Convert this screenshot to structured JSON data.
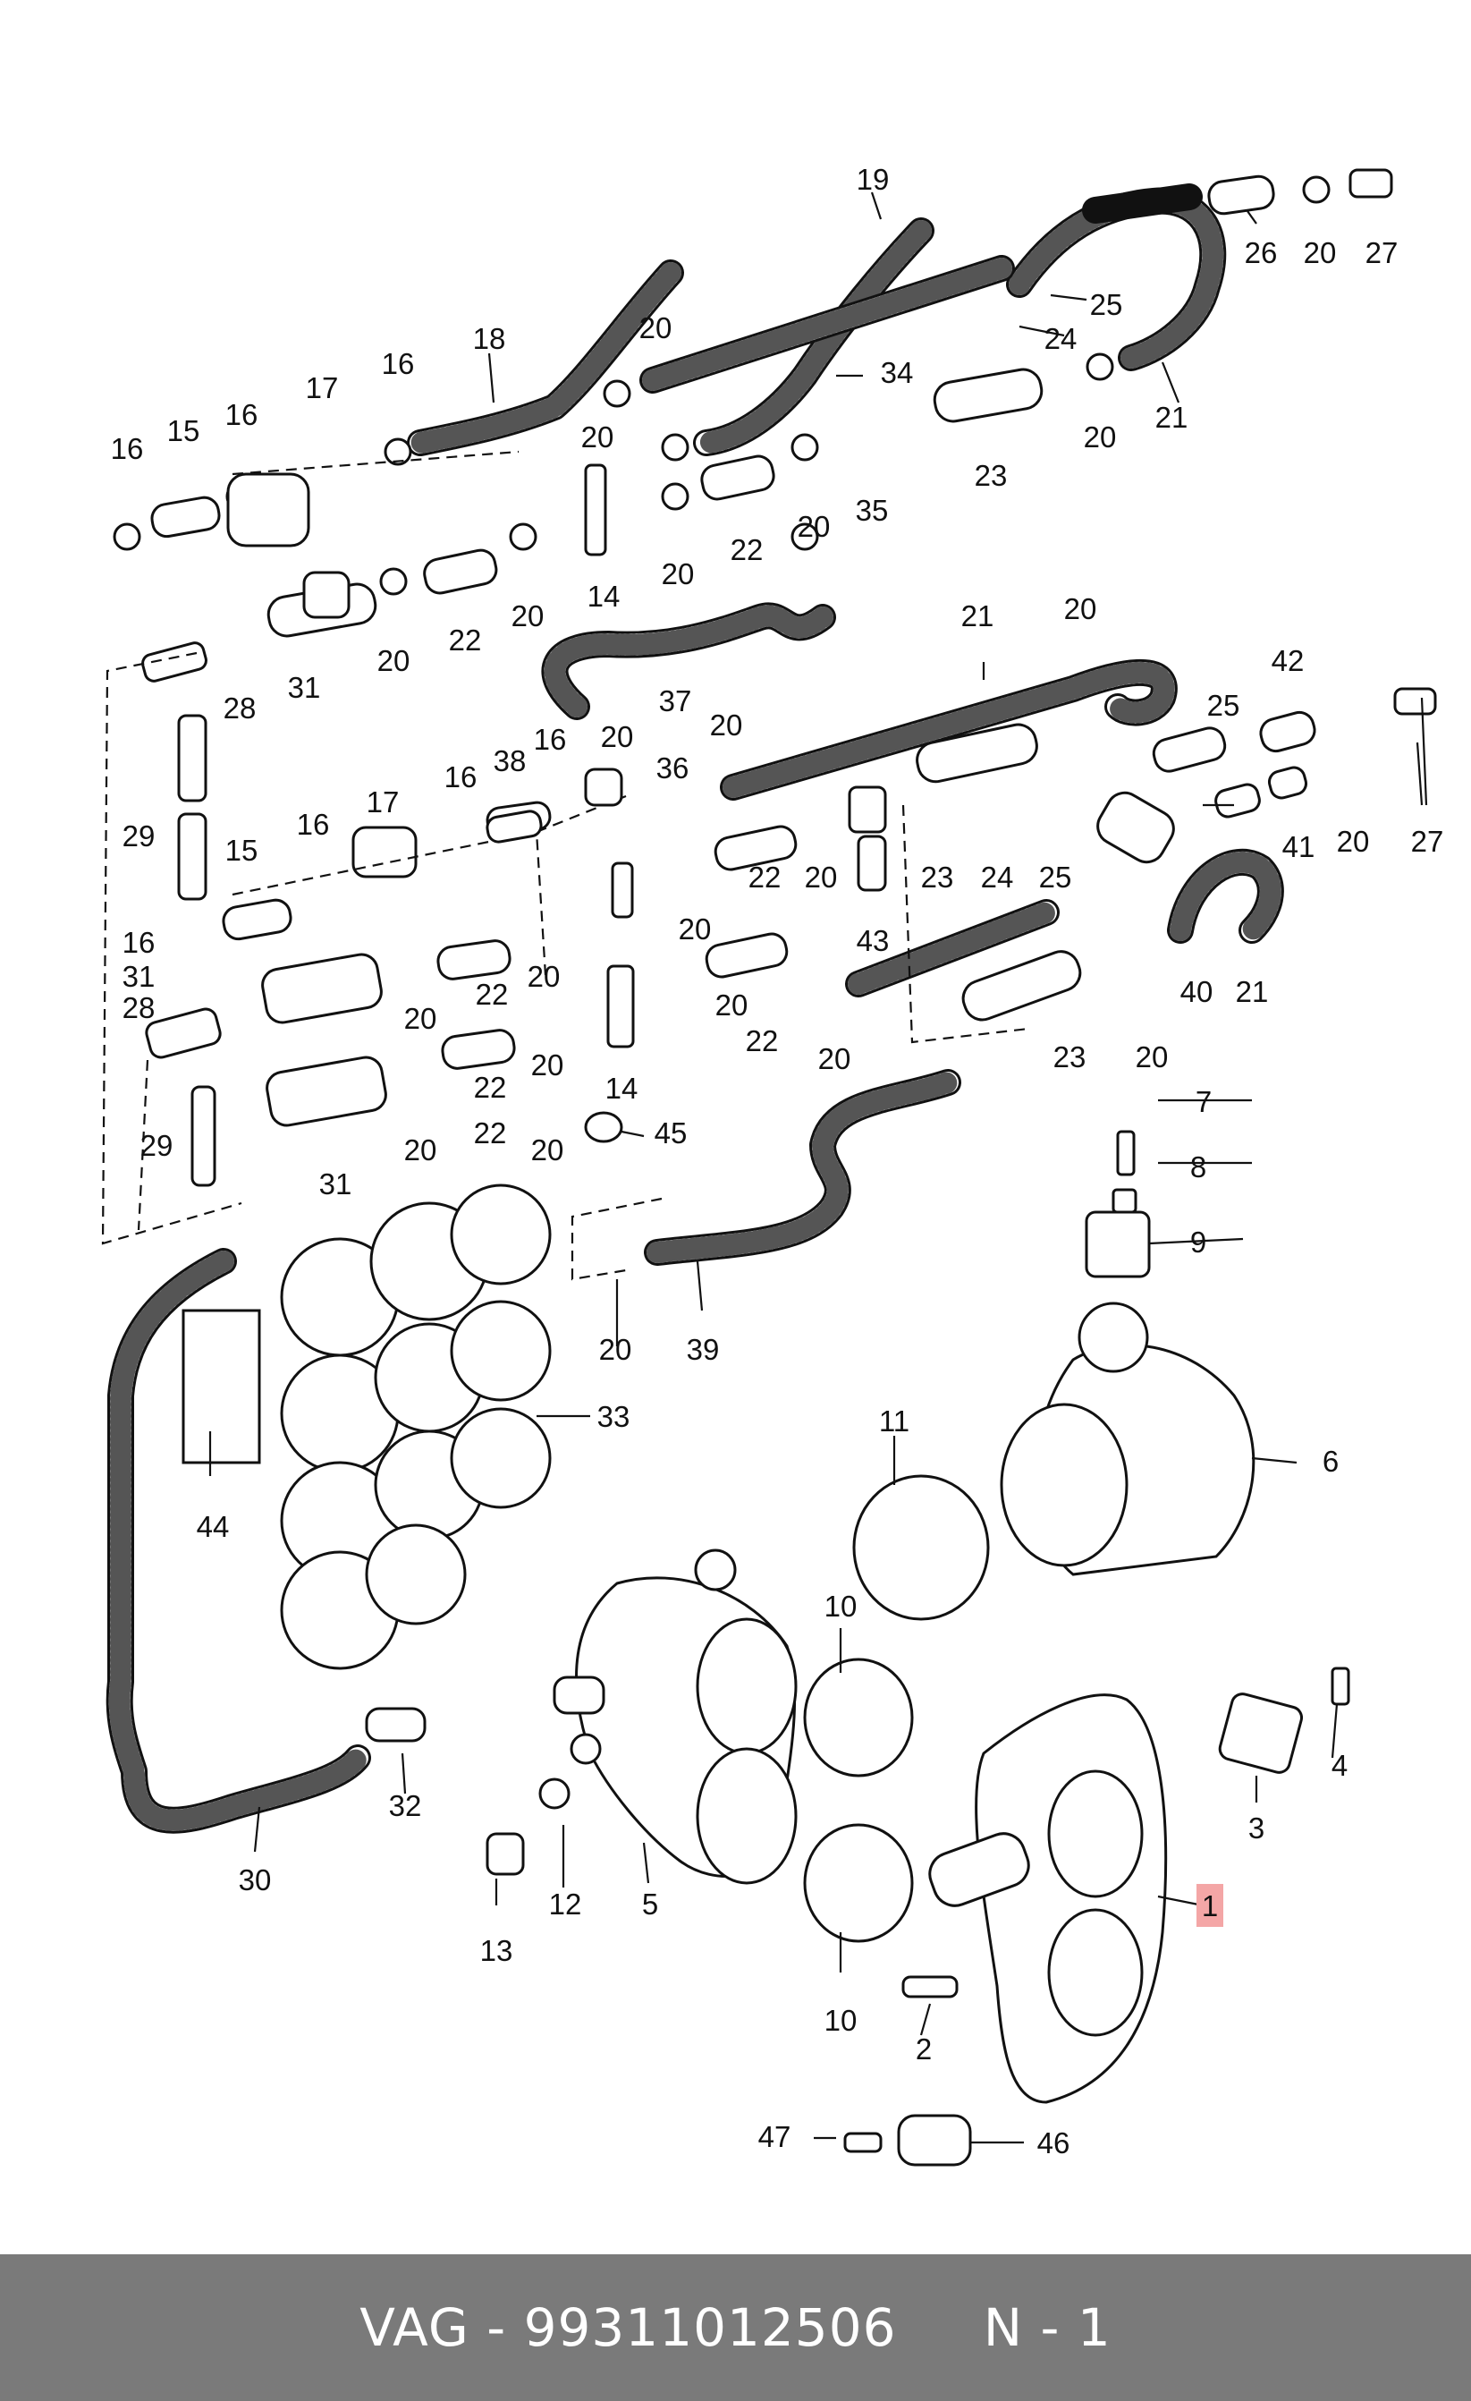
{
  "footer": {
    "brand": "VAG",
    "separator": " - ",
    "part_number": "99311012506",
    "gap": "     ",
    "position": "N - 1"
  },
  "diagram": {
    "highlight_color": "#f4a6a6",
    "highlighted_label": "1",
    "callouts": [
      "1",
      "2",
      "3",
      "4",
      "5",
      "6",
      "7",
      "8",
      "9",
      "10",
      "10",
      "11",
      "12",
      "13",
      "14",
      "14",
      "15",
      "15",
      "16",
      "16",
      "16",
      "16",
      "16",
      "16",
      "17",
      "17",
      "18",
      "19",
      "20",
      "21",
      "21",
      "21",
      "22",
      "22",
      "22",
      "22",
      "22",
      "22",
      "22",
      "23",
      "23",
      "23",
      "24",
      "24",
      "25",
      "25",
      "26",
      "27",
      "27",
      "28",
      "28",
      "29",
      "29",
      "30",
      "31",
      "31",
      "31",
      "32",
      "33",
      "34",
      "35",
      "36",
      "37",
      "38",
      "39",
      "40",
      "41",
      "42",
      "43",
      "44",
      "45",
      "46",
      "47"
    ]
  }
}
